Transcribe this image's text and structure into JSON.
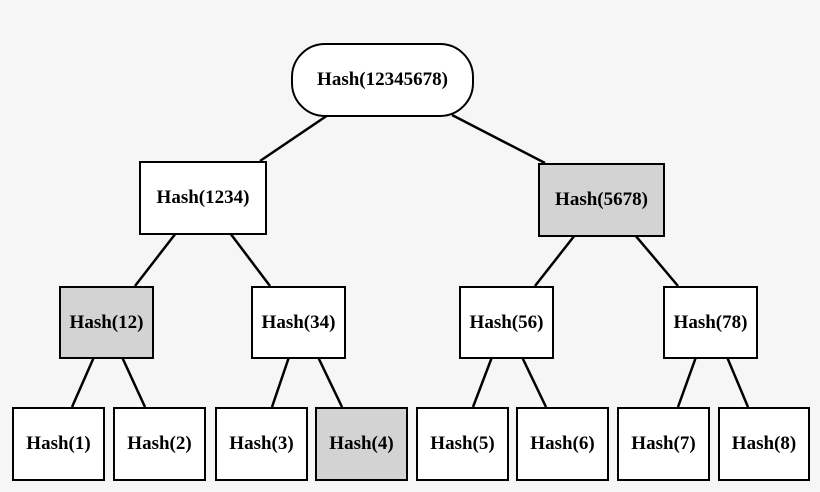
{
  "diagram": {
    "type": "merkle-tree",
    "colors": {
      "background": "#f6f6f6",
      "node": "#ffffff",
      "highlight": "#d3d3d3",
      "stroke": "#000000"
    },
    "nodes": {
      "root": {
        "label": "Hash(12345678)",
        "highlighted": false
      },
      "h1234": {
        "label": "Hash(1234)",
        "highlighted": false
      },
      "h5678": {
        "label": "Hash(5678)",
        "highlighted": true
      },
      "h12": {
        "label": "Hash(12)",
        "highlighted": true
      },
      "h34": {
        "label": "Hash(34)",
        "highlighted": false
      },
      "h56": {
        "label": "Hash(56)",
        "highlighted": false
      },
      "h78": {
        "label": "Hash(78)",
        "highlighted": false
      },
      "h1": {
        "label": "Hash(1)",
        "highlighted": false
      },
      "h2": {
        "label": "Hash(2)",
        "highlighted": false
      },
      "h3": {
        "label": "Hash(3)",
        "highlighted": false
      },
      "h4": {
        "label": "Hash(4)",
        "highlighted": true
      },
      "h5": {
        "label": "Hash(5)",
        "highlighted": false
      },
      "h6": {
        "label": "Hash(6)",
        "highlighted": false
      },
      "h7": {
        "label": "Hash(7)",
        "highlighted": false
      },
      "h8": {
        "label": "Hash(8)",
        "highlighted": false
      }
    },
    "edges": [
      [
        "root",
        "h1234"
      ],
      [
        "root",
        "h5678"
      ],
      [
        "h1234",
        "h12"
      ],
      [
        "h1234",
        "h34"
      ],
      [
        "h5678",
        "h56"
      ],
      [
        "h5678",
        "h78"
      ],
      [
        "h12",
        "h1"
      ],
      [
        "h12",
        "h2"
      ],
      [
        "h34",
        "h3"
      ],
      [
        "h34",
        "h4"
      ],
      [
        "h56",
        "h5"
      ],
      [
        "h56",
        "h6"
      ],
      [
        "h78",
        "h7"
      ],
      [
        "h78",
        "h8"
      ]
    ]
  }
}
